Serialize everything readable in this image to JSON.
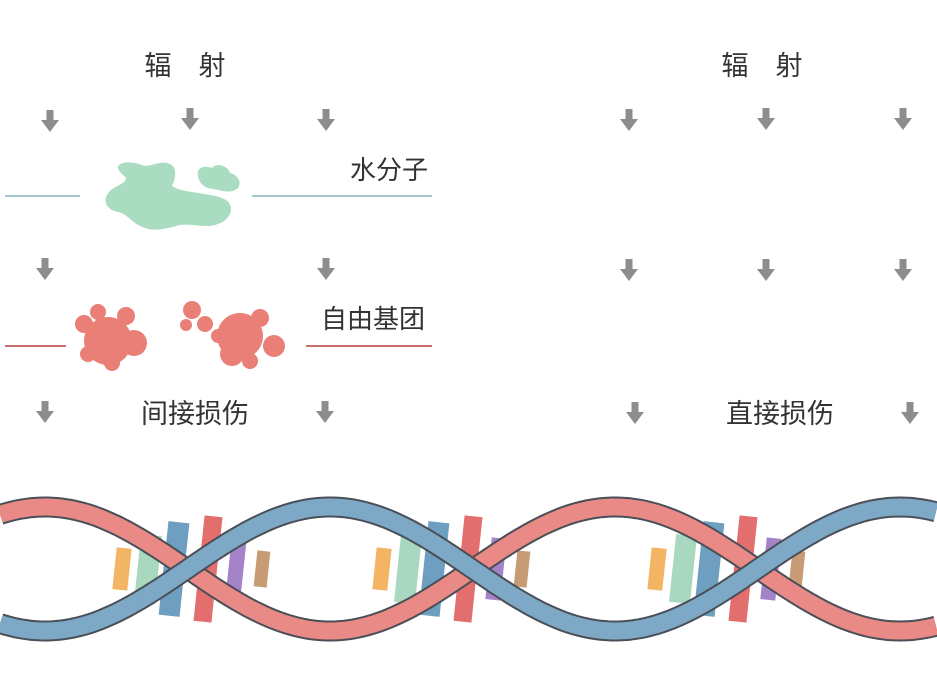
{
  "left_panel": {
    "radiation_label": "辐　射",
    "water_label": "水分子",
    "radical_label": "自由基团",
    "damage_label": "间接损伤"
  },
  "right_panel": {
    "radiation_label": "辐　射",
    "damage_label": "直接损伤"
  },
  "icons": {
    "arrow": "down-arrow-icon",
    "water": "water-molecule-blob",
    "radical": "free-radical-blob"
  },
  "colors": {
    "text": "#333333",
    "arrow": "#8d8d8d",
    "water": "#a9dcc0",
    "water_line": "#a6c8cf",
    "radical": "#e97f76",
    "radical_line": "#c9716d",
    "strand_blue": "#7ea9c6",
    "strand_red": "#ea8a87",
    "strand_edge": "#4a4f57",
    "rungs": [
      "#f3b564",
      "#a8d9c0",
      "#6e9fc1",
      "#e36e6e",
      "#a583c8",
      "#c79b74"
    ]
  }
}
